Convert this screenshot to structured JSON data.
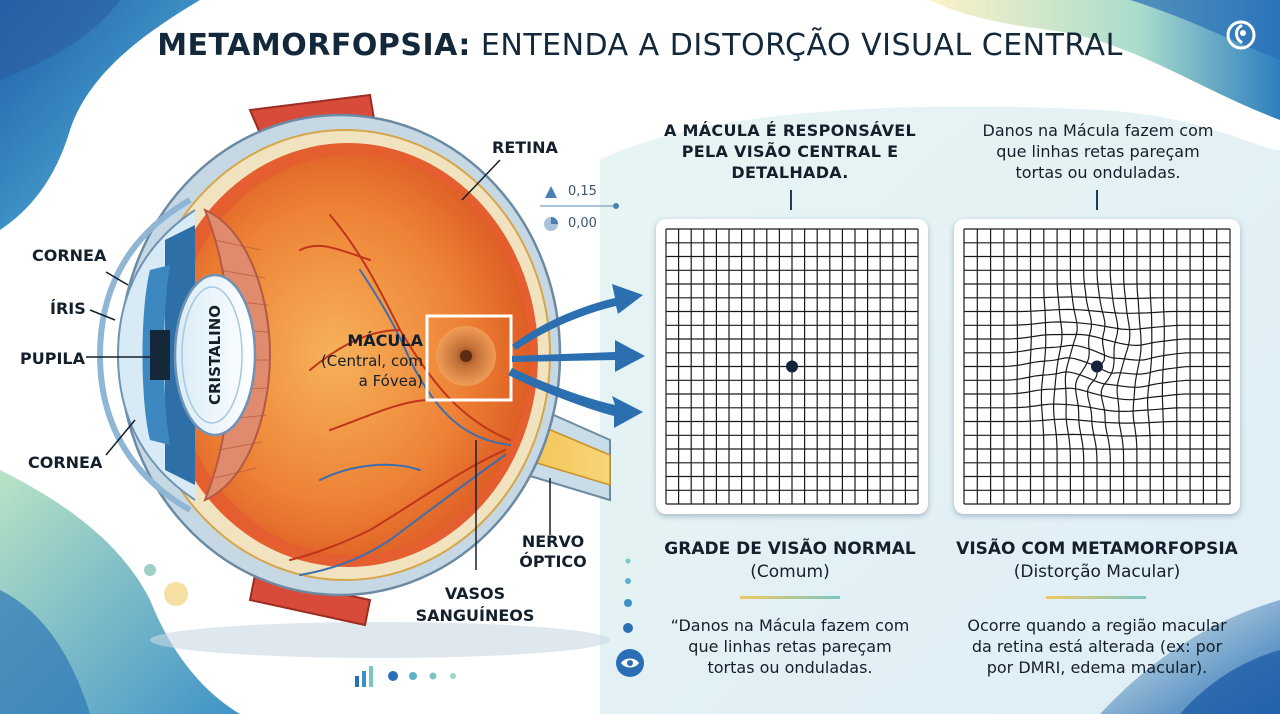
{
  "title": {
    "bold": "METAMORFOPSIA:",
    "rest": " ENTENDA A DISTORÇÃO VISUAL CENTRAL"
  },
  "eye_labels": {
    "cornea_top": "CORNEA",
    "iris": "ÍRIS",
    "pupila": "PUPILA",
    "cornea_bottom": "CORNEA",
    "cristalino": "CRISTALINO",
    "retina": "RETINA",
    "macula_title": "MÁCULA",
    "macula_line1": "(Central, com",
    "macula_line2": "a Fóvea)",
    "vasos_line1": "VASOS",
    "vasos_line2": "SANGUÍNEOS",
    "nervo_line1": "NERVO",
    "nervo_line2": "ÓPTICO"
  },
  "legend": {
    "item1": "0,15",
    "item2": "0,00"
  },
  "captions": {
    "left_top": [
      "A MÁCULA É RESPONSÁVEL",
      "PELA VISÃO CENTRAL E",
      "DETALHADA."
    ],
    "right_top": [
      "Danos na Mácula fazem com",
      "que linhas retas pareçam",
      "tortas ou onduladas."
    ]
  },
  "panels": {
    "normal": {
      "heading": "GRADE DE VISÃO NORMAL",
      "sub": "(Comum)",
      "desc": [
        "“Danos na Mácula fazem com",
        "que linhas retas pareçam",
        "tortas ou onduladas."
      ]
    },
    "meta": {
      "heading": "VISÃO COM METAMORFOPSIA",
      "sub": "(Distorção Macular)",
      "desc": [
        "Ocorre quando a região macular",
        "da retina está alterada (ex: por",
        "por DMRI, edema macular)."
      ]
    }
  },
  "colors": {
    "accent": "#2b6cb0",
    "title": "#13283a",
    "grid_line": "#1a1a1a"
  },
  "icons": [
    "logo-icon",
    "triangle-icon",
    "pie-icon",
    "eye-icon",
    "bar-chart-icon"
  ]
}
